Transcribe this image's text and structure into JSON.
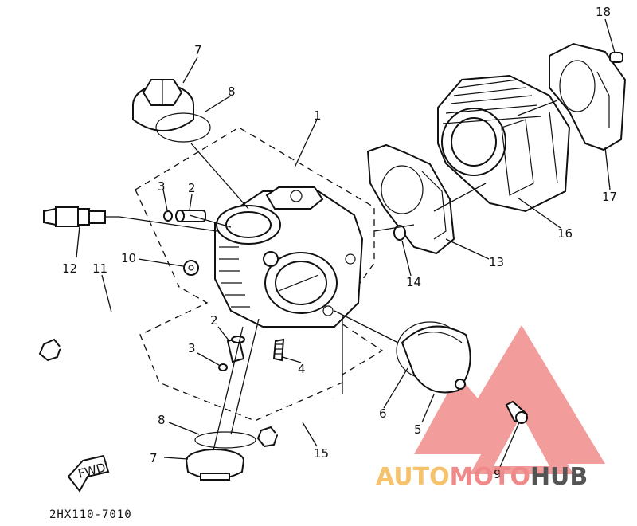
{
  "diagram": {
    "code": "2HX110-7010",
    "fwd_label": "FWD",
    "callouts": [
      {
        "id": "cap-top",
        "text": "7"
      },
      {
        "id": "oring-top",
        "text": "8"
      },
      {
        "id": "head",
        "text": "1"
      },
      {
        "id": "pin-top",
        "text": "3"
      },
      {
        "id": "dowel-top",
        "text": "2"
      },
      {
        "id": "plug",
        "text": "12"
      },
      {
        "id": "washer",
        "text": "10"
      },
      {
        "id": "bolt-long",
        "text": "11"
      },
      {
        "id": "dowel-bottom",
        "text": "2"
      },
      {
        "id": "pin-bottom",
        "text": "3"
      },
      {
        "id": "stud",
        "text": "4"
      },
      {
        "id": "oring-bottom",
        "text": "8"
      },
      {
        "id": "cap-bottom",
        "text": "7"
      },
      {
        "id": "bolt-short",
        "text": "15"
      },
      {
        "id": "gasket-cover",
        "text": "6"
      },
      {
        "id": "cover",
        "text": "5"
      },
      {
        "id": "screw",
        "text": "9"
      },
      {
        "id": "dowel-cyl",
        "text": "14"
      },
      {
        "id": "gasket-head",
        "text": "13"
      },
      {
        "id": "cylinder",
        "text": "16"
      },
      {
        "id": "gasket-base",
        "text": "17"
      },
      {
        "id": "dowel-base",
        "text": "18"
      }
    ]
  },
  "watermark": {
    "part1": "AUTO",
    "part2": "MOTO",
    "part3": "HUB",
    "color_a": "#f6c26b",
    "color_b": "#f08a8a",
    "color_c": "#555555",
    "color_tri": "#f28b8b"
  }
}
